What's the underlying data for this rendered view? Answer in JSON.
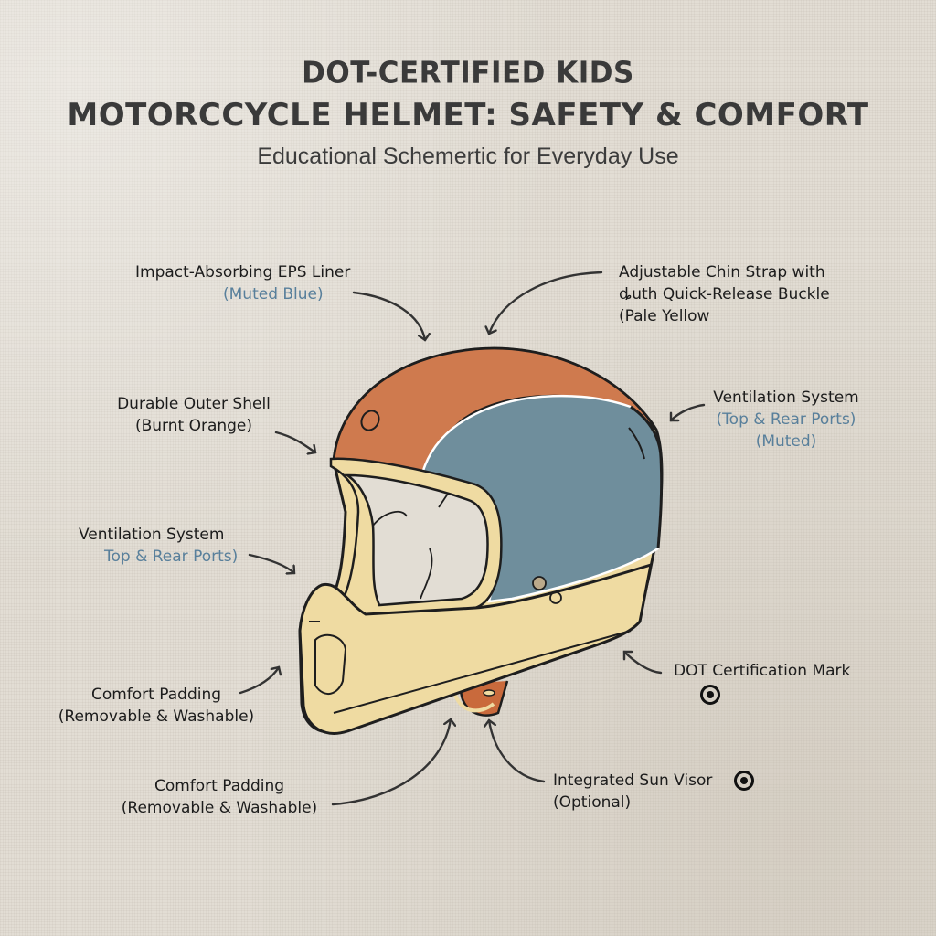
{
  "header": {
    "title_line1": "DOT-CERTIFIED KIDS",
    "title_line2": "MOTORCCYCLE HELMET:  SAFETY & COMFORT",
    "subtitle": "Educational Schemertic for Everyday Use"
  },
  "labels": {
    "eps_liner": {
      "line1": "Impact-Absorbing EPS Liner",
      "line2": "(Muted Blue)"
    },
    "chin_strap": {
      "line1": "Adjustable Chin Strap with",
      "line2": "ȡuth Quick-Release Buckle",
      "line3": "(Pale Yellow"
    },
    "outer_shell": {
      "line1": "Durable Outer Shell",
      "line2": "(Burnt Orange)"
    },
    "ventilation_right": {
      "line1": "Ventilation System",
      "line2": "(Top & Rear Ports)",
      "line3": "(Muted)"
    },
    "ventilation_left": {
      "line1": "Ventilation System",
      "line2": "Top & Rear Ports)"
    },
    "comfort_padding_1": {
      "line1": "Comfort Padding",
      "line2": "(Removable & Washable)"
    },
    "dot_mark": {
      "line1": "DOT Certification Mark"
    },
    "comfort_padding_2": {
      "line1": "Comfort Padding",
      "line2": "(Removable & Washable)"
    },
    "sun_visor": {
      "line1": "Integrated Sun Visor",
      "line2": "(Optional)"
    }
  },
  "icons": {
    "dot_mark_target": "bullseye-icon",
    "sun_visor_target": "bullseye-icon"
  },
  "colors": {
    "shell_orange": "#cf7a4e",
    "liner_blue": "#6f8e9c",
    "pale_yellow": "#efdba2",
    "strap_orange": "#c96a3c",
    "outline": "#1e1e1e",
    "accent_text_blue": "#587f9b",
    "background": "#e2ddd4"
  }
}
